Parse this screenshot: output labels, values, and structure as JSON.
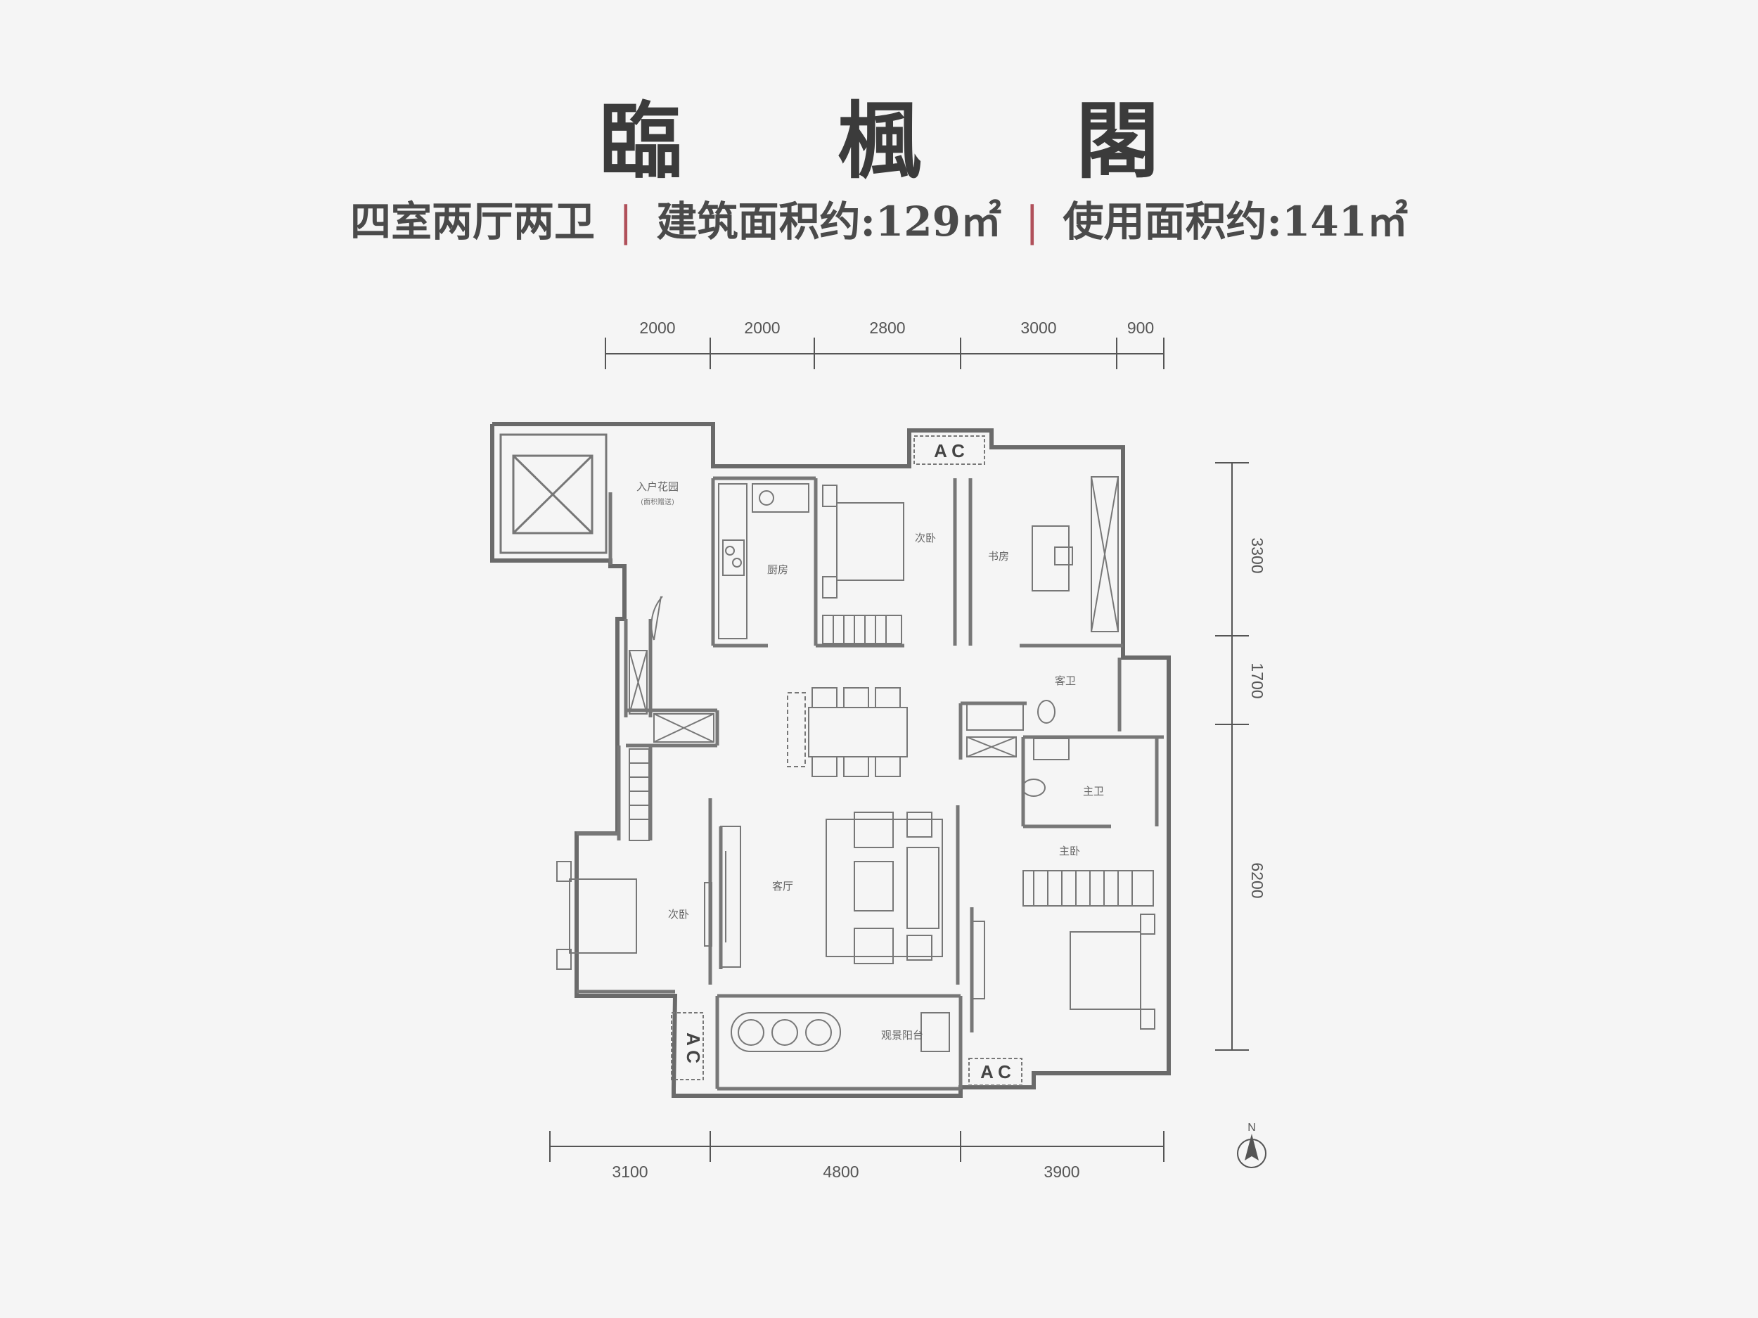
{
  "title": "臨 楓 閣",
  "subtitle": {
    "layout": "四室两厅两卫",
    "separator": "|",
    "building_area": "建筑面积约:129㎡",
    "usable_area": "使用面积约:141㎡"
  },
  "dimensions": {
    "top": [
      "2000",
      "2000",
      "2800",
      "3000",
      "900"
    ],
    "bottom": [
      "3100",
      "4800",
      "3900"
    ],
    "right": [
      "3300",
      "1700",
      "6200"
    ]
  },
  "rooms": {
    "entry_garden": "入户花园",
    "entry_garden_note": "(面积赠送)",
    "kitchen": "厨房",
    "second_bedroom_north": "次卧",
    "study": "书房",
    "guest_bath": "客卫",
    "master_bath": "主卫",
    "master_bedroom": "主卧",
    "living_room": "客厅",
    "second_bedroom_west": "次卧",
    "balcony": "观景阳台"
  },
  "ac_label": "A C",
  "compass_label": "N",
  "colors": {
    "background": "#f5f5f5",
    "wall": "#6a6a6a",
    "accent_separator": "#b0505a"
  }
}
